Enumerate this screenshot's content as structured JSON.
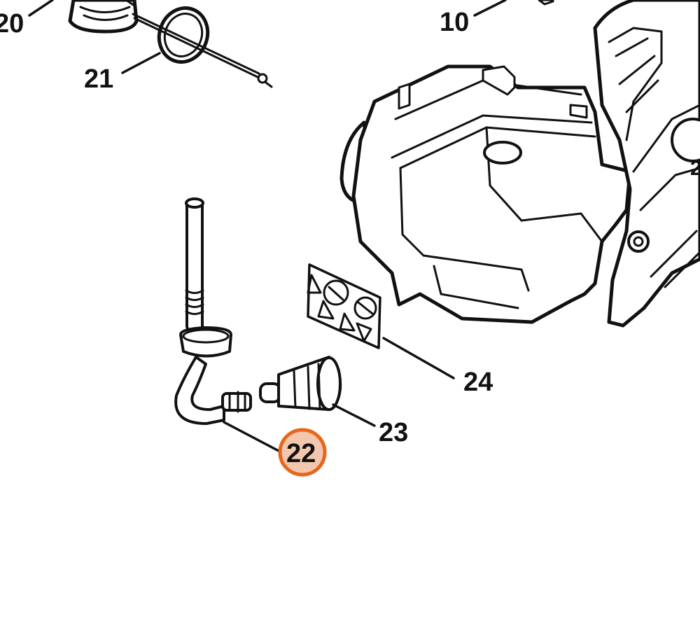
{
  "callouts": {
    "c20": "20",
    "c21": "21",
    "c10": "10",
    "c22": "22",
    "c23": "23",
    "c24": "24",
    "partial_right": "2"
  },
  "colors": {
    "highlight": "#e8661a",
    "highlight_fill": "#f2c7ad",
    "ink": "#111111",
    "background": "#ffffff"
  },
  "highlighted_callout": "22"
}
